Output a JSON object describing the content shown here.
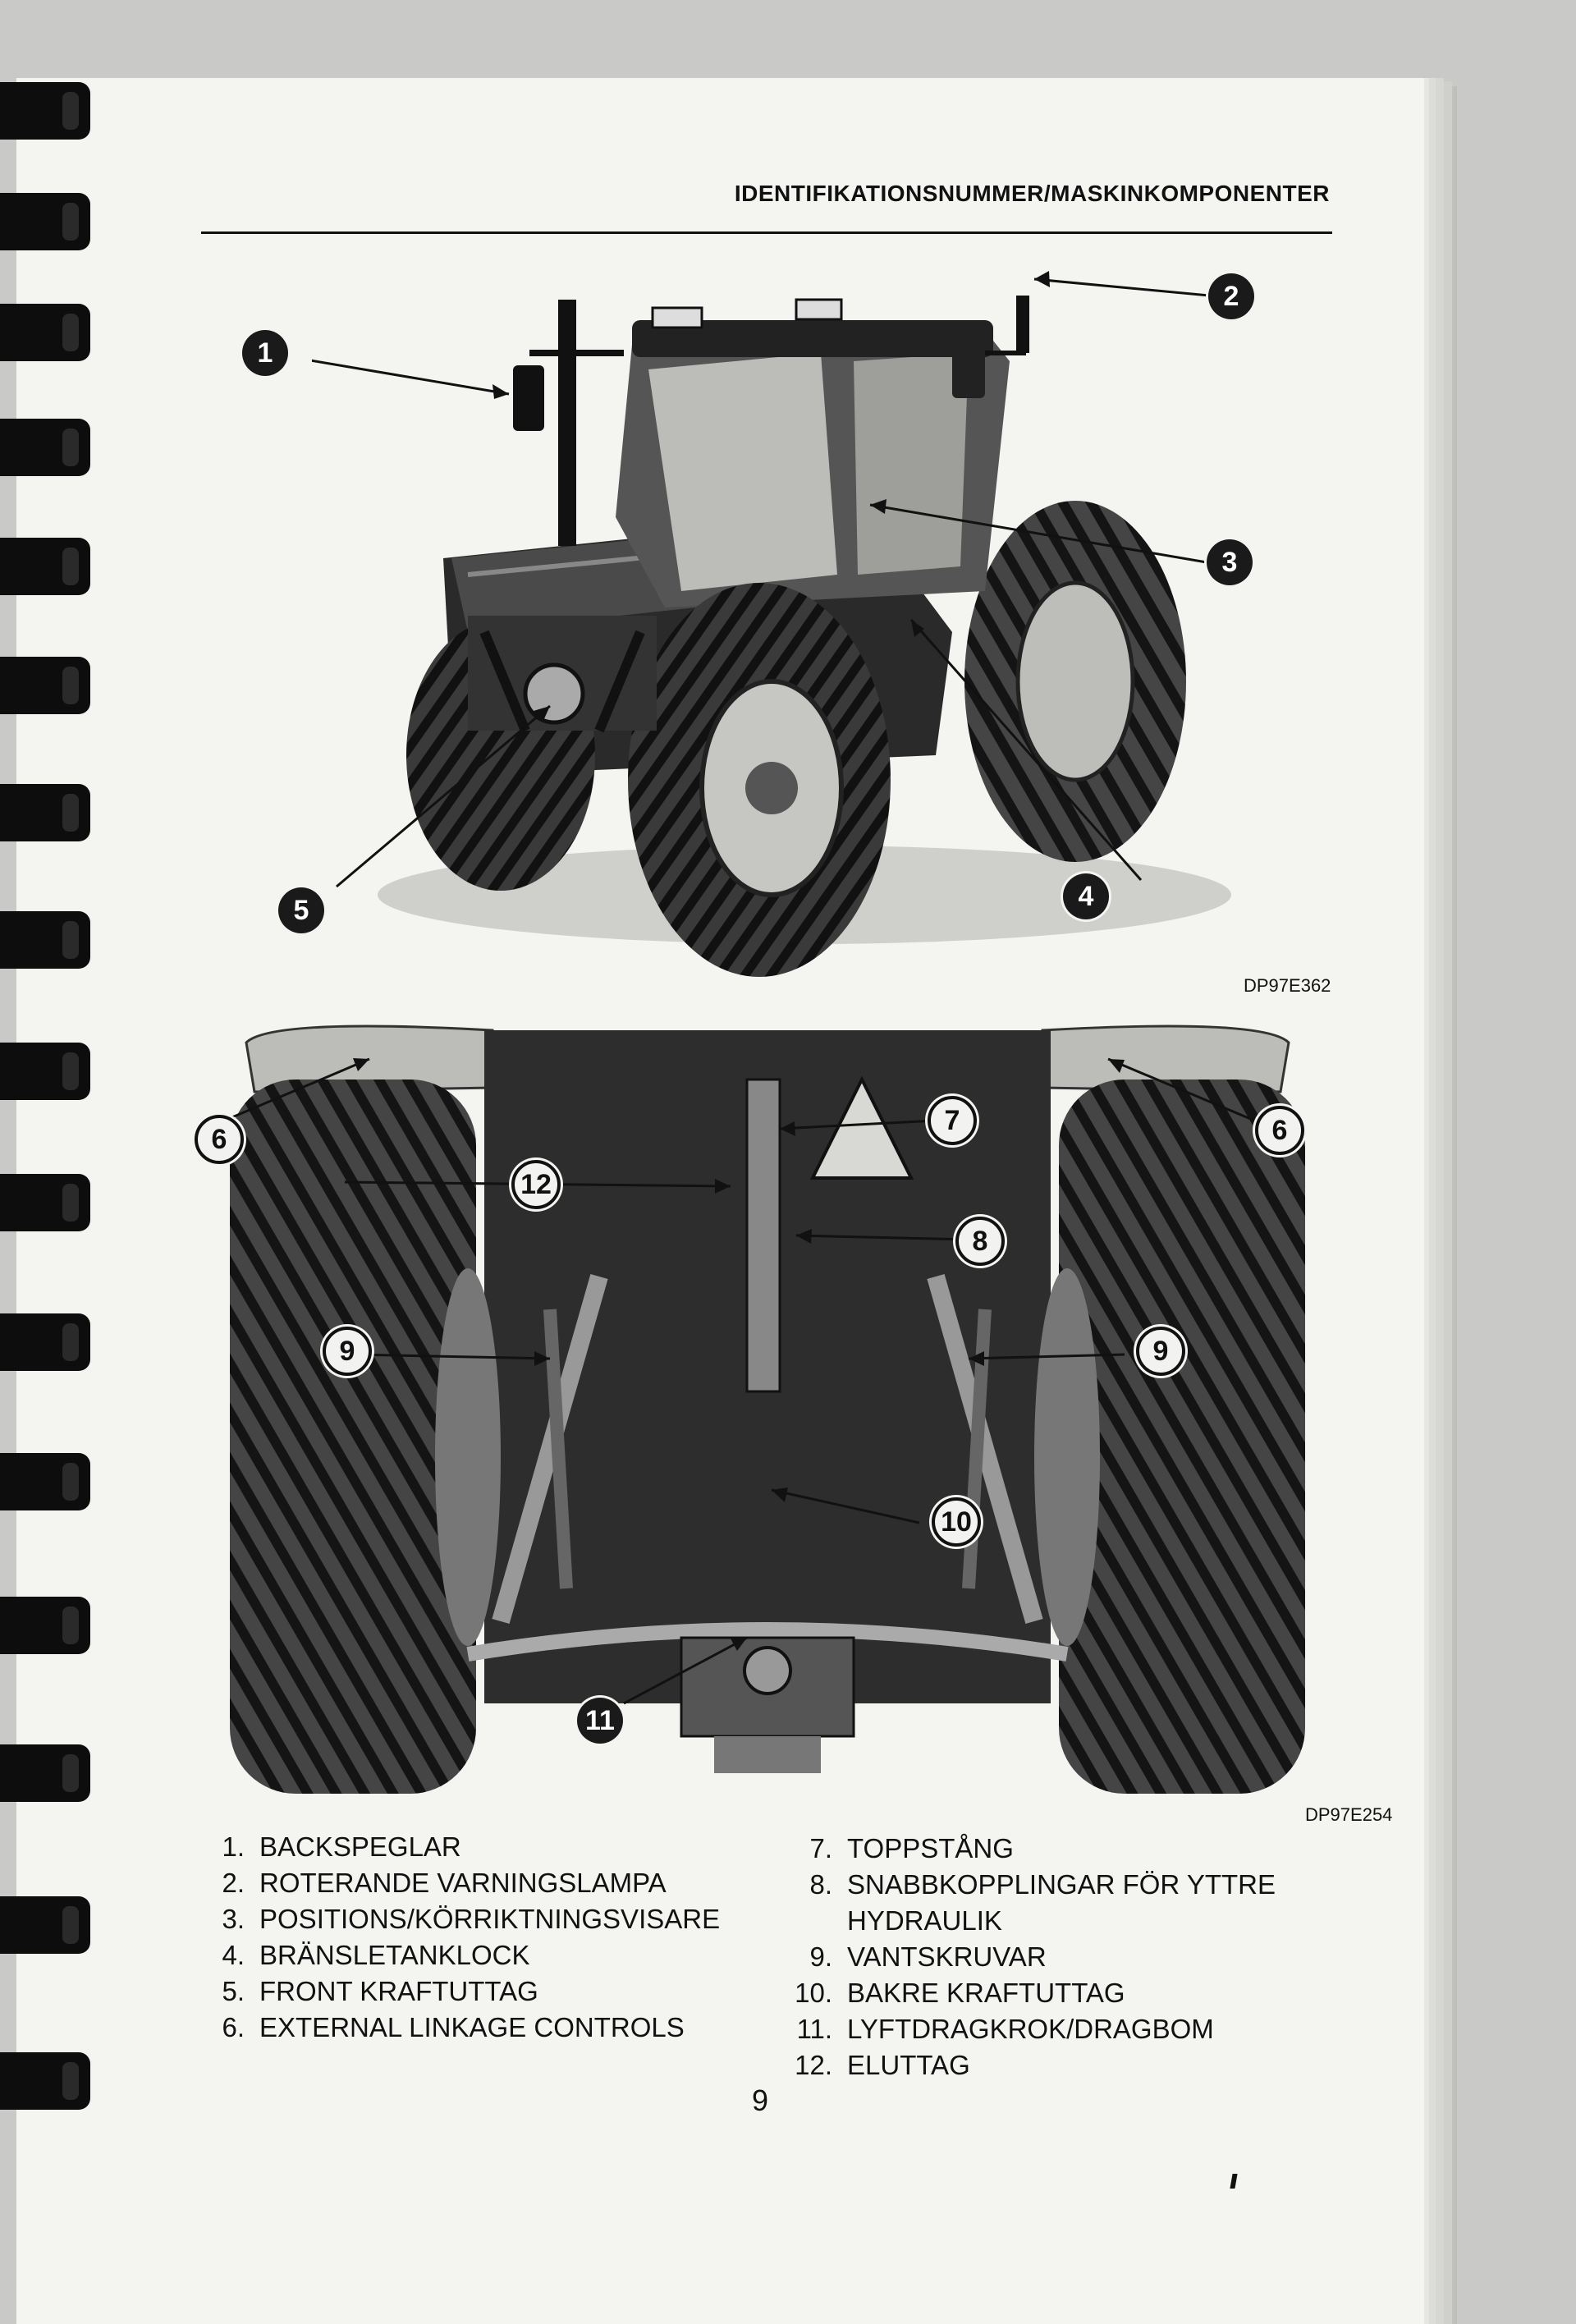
{
  "header": {
    "title": "IDENTIFIKATIONSNUMMER/MASKINKOMPONENTER"
  },
  "figures": [
    {
      "caption": "DP97E362",
      "callouts": [
        "1",
        "2",
        "3",
        "4",
        "5"
      ]
    },
    {
      "caption": "DP97E254",
      "callouts": [
        "6",
        "6",
        "7",
        "8",
        "9",
        "9",
        "10",
        "11",
        "12"
      ]
    }
  ],
  "legend": {
    "left": [
      {
        "num": "1.",
        "text": "BACKSPEGLAR"
      },
      {
        "num": "2.",
        "text": "ROTERANDE VARNINGSLAMPA"
      },
      {
        "num": "3.",
        "text": "POSITIONS/KÖRRIKTNINGSVISARE"
      },
      {
        "num": "4.",
        "text": "BRÄNSLETANKLOCK"
      },
      {
        "num": "5.",
        "text": "FRONT KRAFTUTTAG"
      },
      {
        "num": "6.",
        "text": "EXTERNAL LINKAGE CONTROLS"
      }
    ],
    "right": [
      {
        "num": "7.",
        "text": "TOPPSTÅNG"
      },
      {
        "num": "8.",
        "text": "SNABBKOPPLINGAR FÖR YTTRE",
        "continuation": "HYDRAULIK"
      },
      {
        "num": "9.",
        "text": "VANTSKRUVAR"
      },
      {
        "num": "10.",
        "text": "BAKRE KRAFTUTTAG"
      },
      {
        "num": "11.",
        "text": "LYFTDRAGKROK/DRAGBOM"
      },
      {
        "num": "12.",
        "text": "ELUTTAG"
      }
    ]
  },
  "page_number": "9"
}
